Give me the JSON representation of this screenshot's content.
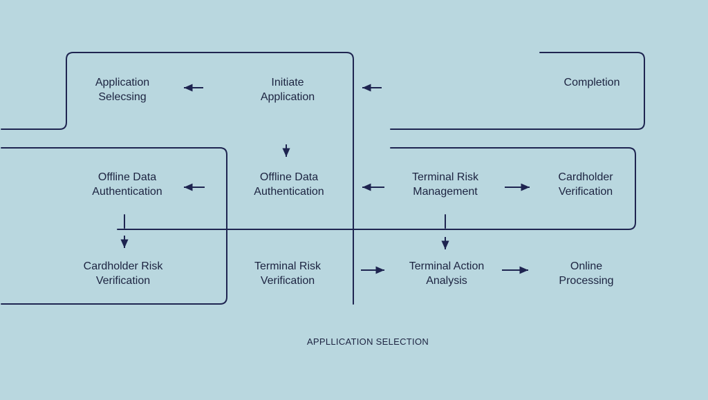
{
  "colors": {
    "background": "#b9d7df",
    "line": "#1e2450",
    "text": "#1c2340"
  },
  "nodes": {
    "application_selecting": [
      "Application",
      "Selecsing"
    ],
    "initiate_application": [
      "Initiate",
      "Application"
    ],
    "completion": [
      "Completion"
    ],
    "offline_data_auth_left": [
      "Offline Data",
      "Authentication"
    ],
    "offline_data_auth_center": [
      "Offline Data",
      "Authentication"
    ],
    "terminal_risk_management": [
      "Terminal Risk",
      "Management"
    ],
    "cardholder_verification": [
      "Cardholder",
      "Verification"
    ],
    "cardholder_risk_verification": [
      "Cardholder Risk",
      "Verification"
    ],
    "terminal_risk_verification": [
      "Terminal Risk",
      "Verification"
    ],
    "terminal_action_analysis": [
      "Terminal Action",
      "Analysis"
    ],
    "online_processing": [
      "Online",
      "Processing"
    ]
  },
  "caption": "APPLLICATION SELECTION"
}
